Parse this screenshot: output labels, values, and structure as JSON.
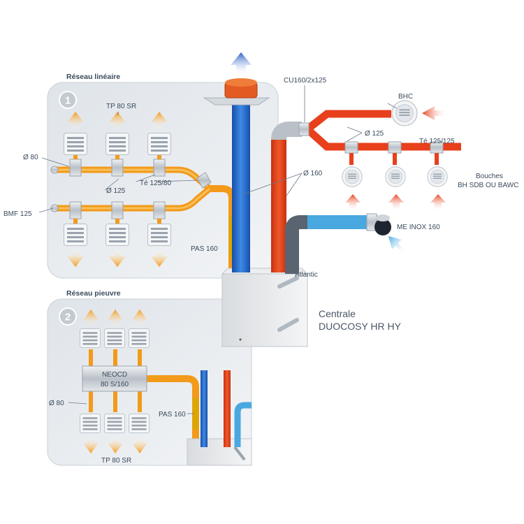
{
  "colors": {
    "hot_duct": "#e8401c",
    "hot_duct_light": "#f39a1a",
    "cold_duct": "#1e6fd0",
    "fresh_duct": "#4aa8e0",
    "arrow_up": "#2a5fc8",
    "panel_bg": "#e6eaee",
    "label_text": "#3a4a5c"
  },
  "reseau_lineaire": {
    "title": "Réseau linéaire",
    "number": "1",
    "labels": {
      "tp80sr": "TP 80 SR",
      "d80": "Ø 80",
      "d125": "Ø 125",
      "te": "Té 125/80",
      "bmf": "BMF 125",
      "pas": "PAS 160"
    }
  },
  "reseau_pieuvre": {
    "title": "Réseau pieuvre",
    "number": "2",
    "box_line1": "NEOCD",
    "box_line2": "80 S/160",
    "labels": {
      "d80": "Ø 80",
      "pas": "PAS 160",
      "tp80sr": "TP 80 SR"
    }
  },
  "right_network": {
    "cu": "CU160/2x125",
    "bhc": "BHC",
    "d125": "Ø 125",
    "te": "Té 125/125",
    "d160": "Ø 160",
    "bouches_line1": "Bouches",
    "bouches_line2": "BH SDB OU BAWC",
    "me_inox": "ME INOX 160"
  },
  "centrale": {
    "line1": "Centrale",
    "line2": "DUOCOSY HR HY",
    "brand": "Atlantic"
  }
}
